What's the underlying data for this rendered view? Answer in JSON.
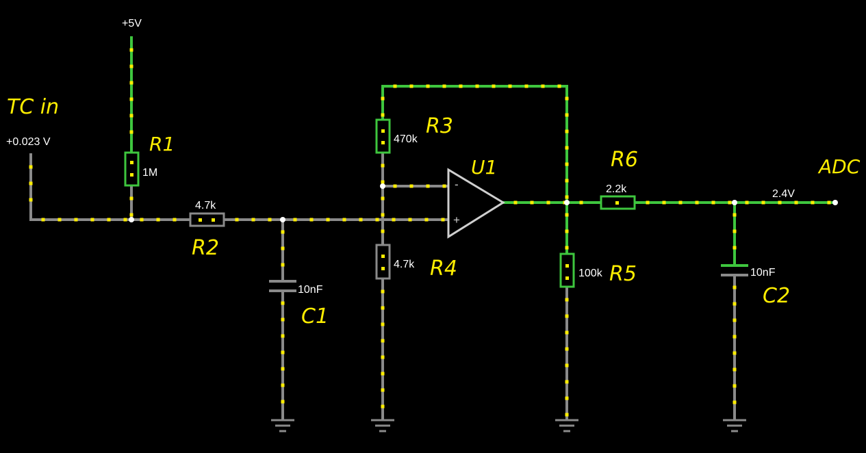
{
  "colors": {
    "background": "#000000",
    "wire_idle": "#8a8a8a",
    "wire_active": "#3ec63e",
    "current_dot": "#ffee00",
    "component_idle": "#8a8a8a",
    "component_active": "#3ec63e",
    "label": "#ffffff",
    "handwriting": "#ffee00"
  },
  "labels": {
    "supply_voltage": "+5V",
    "input_voltage": "+0.023 V",
    "output_voltage": "2.4V",
    "r1_value": "1M",
    "r2_value": "4.7k",
    "r3_value": "470k",
    "r4_value": "4.7k",
    "r5_value": "100k",
    "r6_value": "2.2k",
    "c1_value": "10nF",
    "c2_value": "10nF",
    "opamp_minus": "-",
    "opamp_plus": "+"
  },
  "annotations": {
    "tc_in": "TC in",
    "r1": "R1",
    "r2": "R2",
    "r3": "R3",
    "r4": "R4",
    "r5": "R5",
    "r6": "R6",
    "u1": "U1",
    "c1": "C1",
    "c2": "C2",
    "adc": "ADC"
  }
}
